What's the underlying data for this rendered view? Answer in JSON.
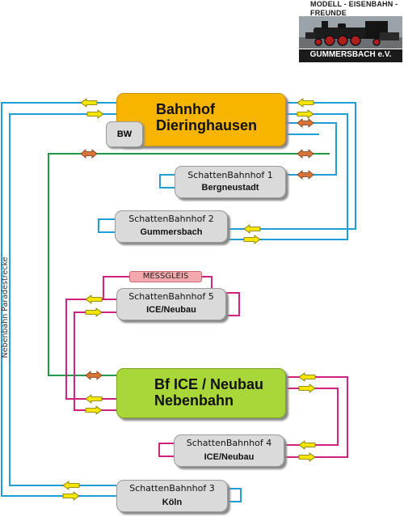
{
  "logo": {
    "line1": "MODELL - EISENBAHN -",
    "line2": "FREUNDE",
    "bottom": "GUMMERSBACH e.V."
  },
  "side_label": "Nebenbahn Paradestrecke",
  "stations": {
    "dieringhausen": {
      "line1": "Bahnhof",
      "line2": "Dieringhausen"
    },
    "bw": "BW",
    "sb1": {
      "line1": "SchattenBahnhof 1",
      "line2": "Bergneustadt"
    },
    "sb2": {
      "line1": "SchattenBahnhof 2",
      "line2": "Gummersbach"
    },
    "messgleis": "MESSGLEIS",
    "sb5": {
      "line1": "SchattenBahnhof 5",
      "line2": "ICE/Neubau"
    },
    "ice": {
      "line1": "Bf ICE / Neubau",
      "line2": "Nebenbahn"
    },
    "sb4": {
      "line1": "SchattenBahnhof 4",
      "line2": "ICE/Neubau"
    },
    "sb3": {
      "line1": "SchattenBahnhof 3",
      "line2": "Köln"
    }
  },
  "colors": {
    "blue_line": "#1e9fd8",
    "green_line": "#1f9a46",
    "magenta_line": "#d2227f",
    "yellow_arrow": "#f5e500",
    "orange_arrow": "#d8743a",
    "station_yellow": "#f7b500",
    "station_green": "#a9d73a",
    "station_grey": "#dadada"
  }
}
